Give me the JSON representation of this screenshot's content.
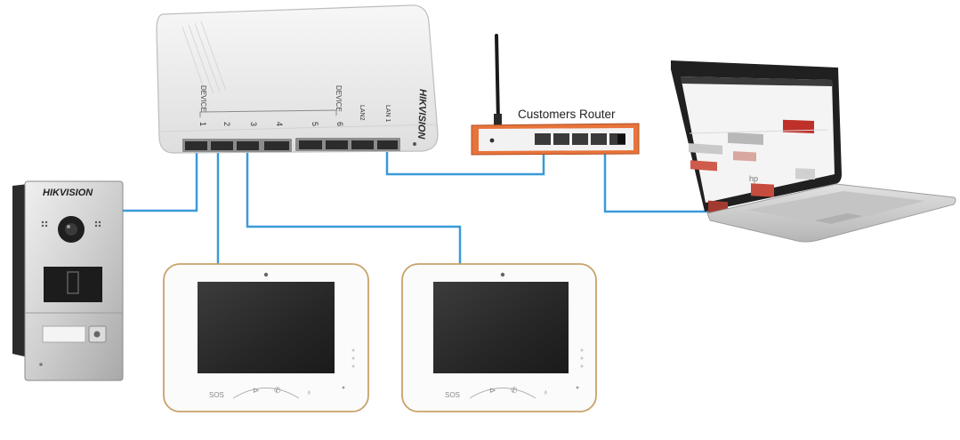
{
  "switch": {
    "brand": "HIKVISION",
    "group_label": "DEVICE",
    "group_label_2": "DEVICE",
    "ports": [
      "1",
      "2",
      "3",
      "4",
      "5",
      "6",
      "LAN2",
      "LAN 1"
    ]
  },
  "router": {
    "label": "Customers Router"
  },
  "door_station": {
    "brand": "HIKVISION"
  },
  "monitor_buttons": [
    "SOS",
    "",
    ""
  ],
  "colors": {
    "cable": "#3a9ad9",
    "router_orange": "#e8743b"
  }
}
